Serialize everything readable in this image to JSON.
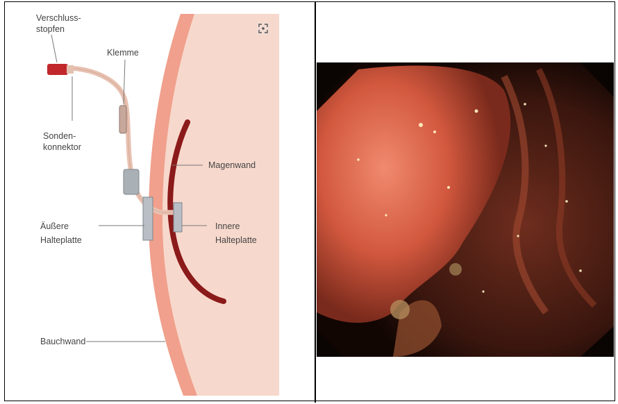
{
  "diagram": {
    "labels": {
      "verschluss_1": "Verschluss-",
      "verschluss_2": "stopfen",
      "klemme": "Klemme",
      "sonden_1": "Sonden-",
      "sonden_2": "konnektor",
      "magenwand": "Magenwand",
      "aeussere_1": "Äußere",
      "aeussere_2": "Halteplatte",
      "innere_1": "Innere",
      "innere_2": "Halteplatte",
      "bauchwand": "Bauchwand"
    },
    "icon": "expand-icon",
    "colors": {
      "skin": "#f7d4c8",
      "wall": "#f0a08c",
      "stomach": "#8b1a1a",
      "plug": "#c0282c",
      "plate": "#b8bec4"
    }
  },
  "photo": {
    "subject": "endoscopic view"
  }
}
